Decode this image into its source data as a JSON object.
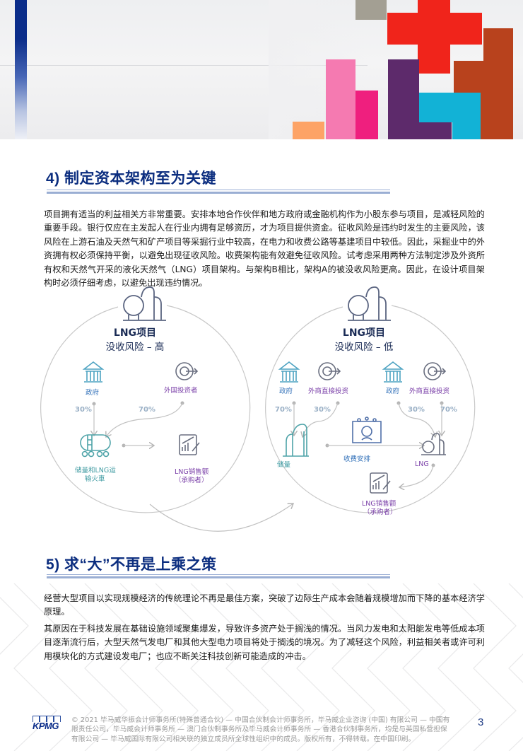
{
  "banner": {
    "image_description": "colorful wooden puzzle blocks on white wood",
    "colors": {
      "accent_bar": "#0b2d8a",
      "red": "#f0241b",
      "pink": "#f57ab1",
      "magenta": "#ef1f7e",
      "purple": "#5d2a6b",
      "cyan": "#12b2d6",
      "brown": "#b8421d",
      "orange": "#fda366",
      "gray": "#a39f93"
    }
  },
  "section4": {
    "title": "4) 制定资本架构至为关键",
    "paragraph": "项目拥有适当的利益相关方非常重要。安排本地合作伙伴和地方政府或金融机构作为小股东参与项目，是减轻风险的重要手段。银行仅应在主发起人在行业内拥有足够资历，才为项目提供资金。征收风险是违约时发生的主要风险，该风险在上游石油及天然气和矿产项目等采掘行业中较高，在电力和收费公路等基建项目中较低。因此，采掘业中的外资拥有权必须保持平衡，以避免出现征收风险。收费架构能有效避免征收风险。试考虑采用两种方法制定涉及外资所有权和天然气开采的液化天然气（LNG）项目架构。与架构B相比，架构A的被没收风险更高。因此，在设计项目架构时必须仔细考虑，以避免出现违约情况。"
  },
  "diagram": {
    "left": {
      "title": "LNG项目",
      "subtitle": "没收风险 – 高",
      "nodes": {
        "gov": "政府",
        "foreign_investor": "外国投资者",
        "storage_train_line1": "储量和LNG运",
        "storage_train_line2": "输火車",
        "sales_line1": "LNG销售额",
        "sales_line2": "（承购者）"
      },
      "percents": {
        "gov": "30%",
        "foreign": "70%"
      }
    },
    "right": {
      "title": "LNG项目",
      "subtitle": "没收风险 – 低",
      "nodes": {
        "gov_a": "政府",
        "fdi_a": "外商直接投资",
        "gov_b": "政府",
        "fdi_b": "外商直接投资",
        "storage": "储量",
        "toll": "收费安排",
        "lng": "LNG",
        "sales_line1": "LNG销售额",
        "sales_line2": "（承购者）"
      },
      "percents": {
        "gov_a": "70%",
        "fdi_a": "30%",
        "gov_b": "30%",
        "fdi_b": "70%"
      }
    }
  },
  "section5": {
    "title": "5) 求“大”不再是上乘之策",
    "paragraph1": "经营大型项目以实现规模经济的传统理论不再是最佳方案，突破了边际生产成本会随着规模增加而下降的基本经济学原理。",
    "paragraph2": "其原因在于科技发展在基础设施领域聚集爆发，导致许多资产处于搁浅的情况。当风力发电和太阳能发电等低成本项目逐渐流行后，大型天然气发电厂和其他大型电力项目将处于搁浅的境况。为了减轻这个风险，利益相关者或许可利用模块化的方式建设发电厂；也应不断关注科技创新可能造成的冲击。"
  },
  "footer": {
    "logo": "KPMG",
    "copyright": "© 2021 毕马威华振会计师事务所(特殊普通合伙) — 中国合伙制会计师事务所，毕马威企业咨询 (中国) 有限公司 — 中国有限责任公司，毕马威会计师事务所 — 澳门合伙制事务所及毕马威会计师事务所 — 香港合伙制事务所，均是与英国私营担保有限公司 — 毕马威国际有限公司相关联的独立成员所全球性组织中的成员。版权所有，不得转载。在中国印刷。",
    "page_number": "3"
  }
}
